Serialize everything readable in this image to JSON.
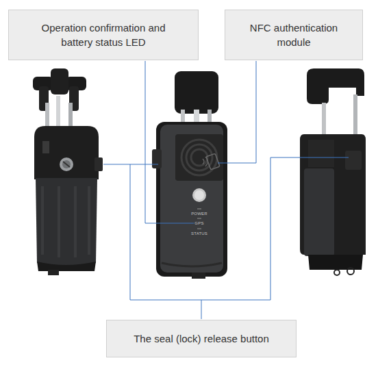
{
  "diagram": {
    "nodes": [
      {
        "text": [
          "Operation confirmation and battery status LED"
        ]
      },
      {
        "text": [
          "NFC authentication module"
        ]
      },
      {
        "text": [
          "The seal (lock) release button"
        ]
      }
    ],
    "labels": [
      "POWER",
      "GPS",
      "STATUS"
    ]
  }
}
